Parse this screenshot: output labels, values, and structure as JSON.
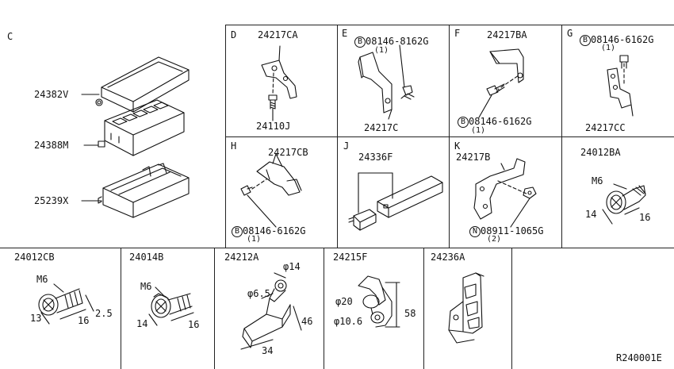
{
  "diagram_code": "R240001E",
  "sections": {
    "C": {
      "letter": "C",
      "parts": [
        "24382V",
        "24388M",
        "25239X"
      ]
    },
    "D": {
      "letter": "D",
      "parts": [
        "24217CA",
        "24110J"
      ]
    },
    "E": {
      "letter": "E",
      "bolt": "08146-8162G",
      "bolt_qty": "(1)",
      "bolt_mark": "B",
      "part": "24217C"
    },
    "F": {
      "letter": "F",
      "part": "24217BA",
      "bolt": "08146-6162G",
      "bolt_qty": "(1)",
      "bolt_mark": "B"
    },
    "G": {
      "letter": "G",
      "bolt": "08146-6162G",
      "bolt_qty": "(1)",
      "bolt_mark": "B",
      "part": "24217CC"
    },
    "H": {
      "letter": "H",
      "part": "24217CB",
      "bolt": "08146-6162G",
      "bolt_qty": "(1)",
      "bolt_mark": "B"
    },
    "J": {
      "letter": "J",
      "part": "24336F"
    },
    "K": {
      "letter": "K",
      "part": "24217B",
      "nut": "08911-1065G",
      "nut_qty": "(2)",
      "nut_mark": "N"
    },
    "BA": {
      "part": "24012BA",
      "thread": "M6",
      "dim_a": "14",
      "dim_b": "16"
    },
    "CB": {
      "part": "24012CB",
      "thread": "M6",
      "dim_a": "13",
      "dim_b": "16",
      "dim_c": "2.5"
    },
    "B14": {
      "part": "24014B",
      "thread": "M6",
      "dim_a": "14",
      "dim_b": "16"
    },
    "A212": {
      "part": "24212A",
      "d1": "φ14",
      "d2": "φ6.5",
      "len1": "46",
      "len2": "34"
    },
    "F215": {
      "part": "24215F",
      "d1": "φ20",
      "d2": "φ10.6",
      "len": "58"
    },
    "A236": {
      "part": "24236A"
    }
  }
}
